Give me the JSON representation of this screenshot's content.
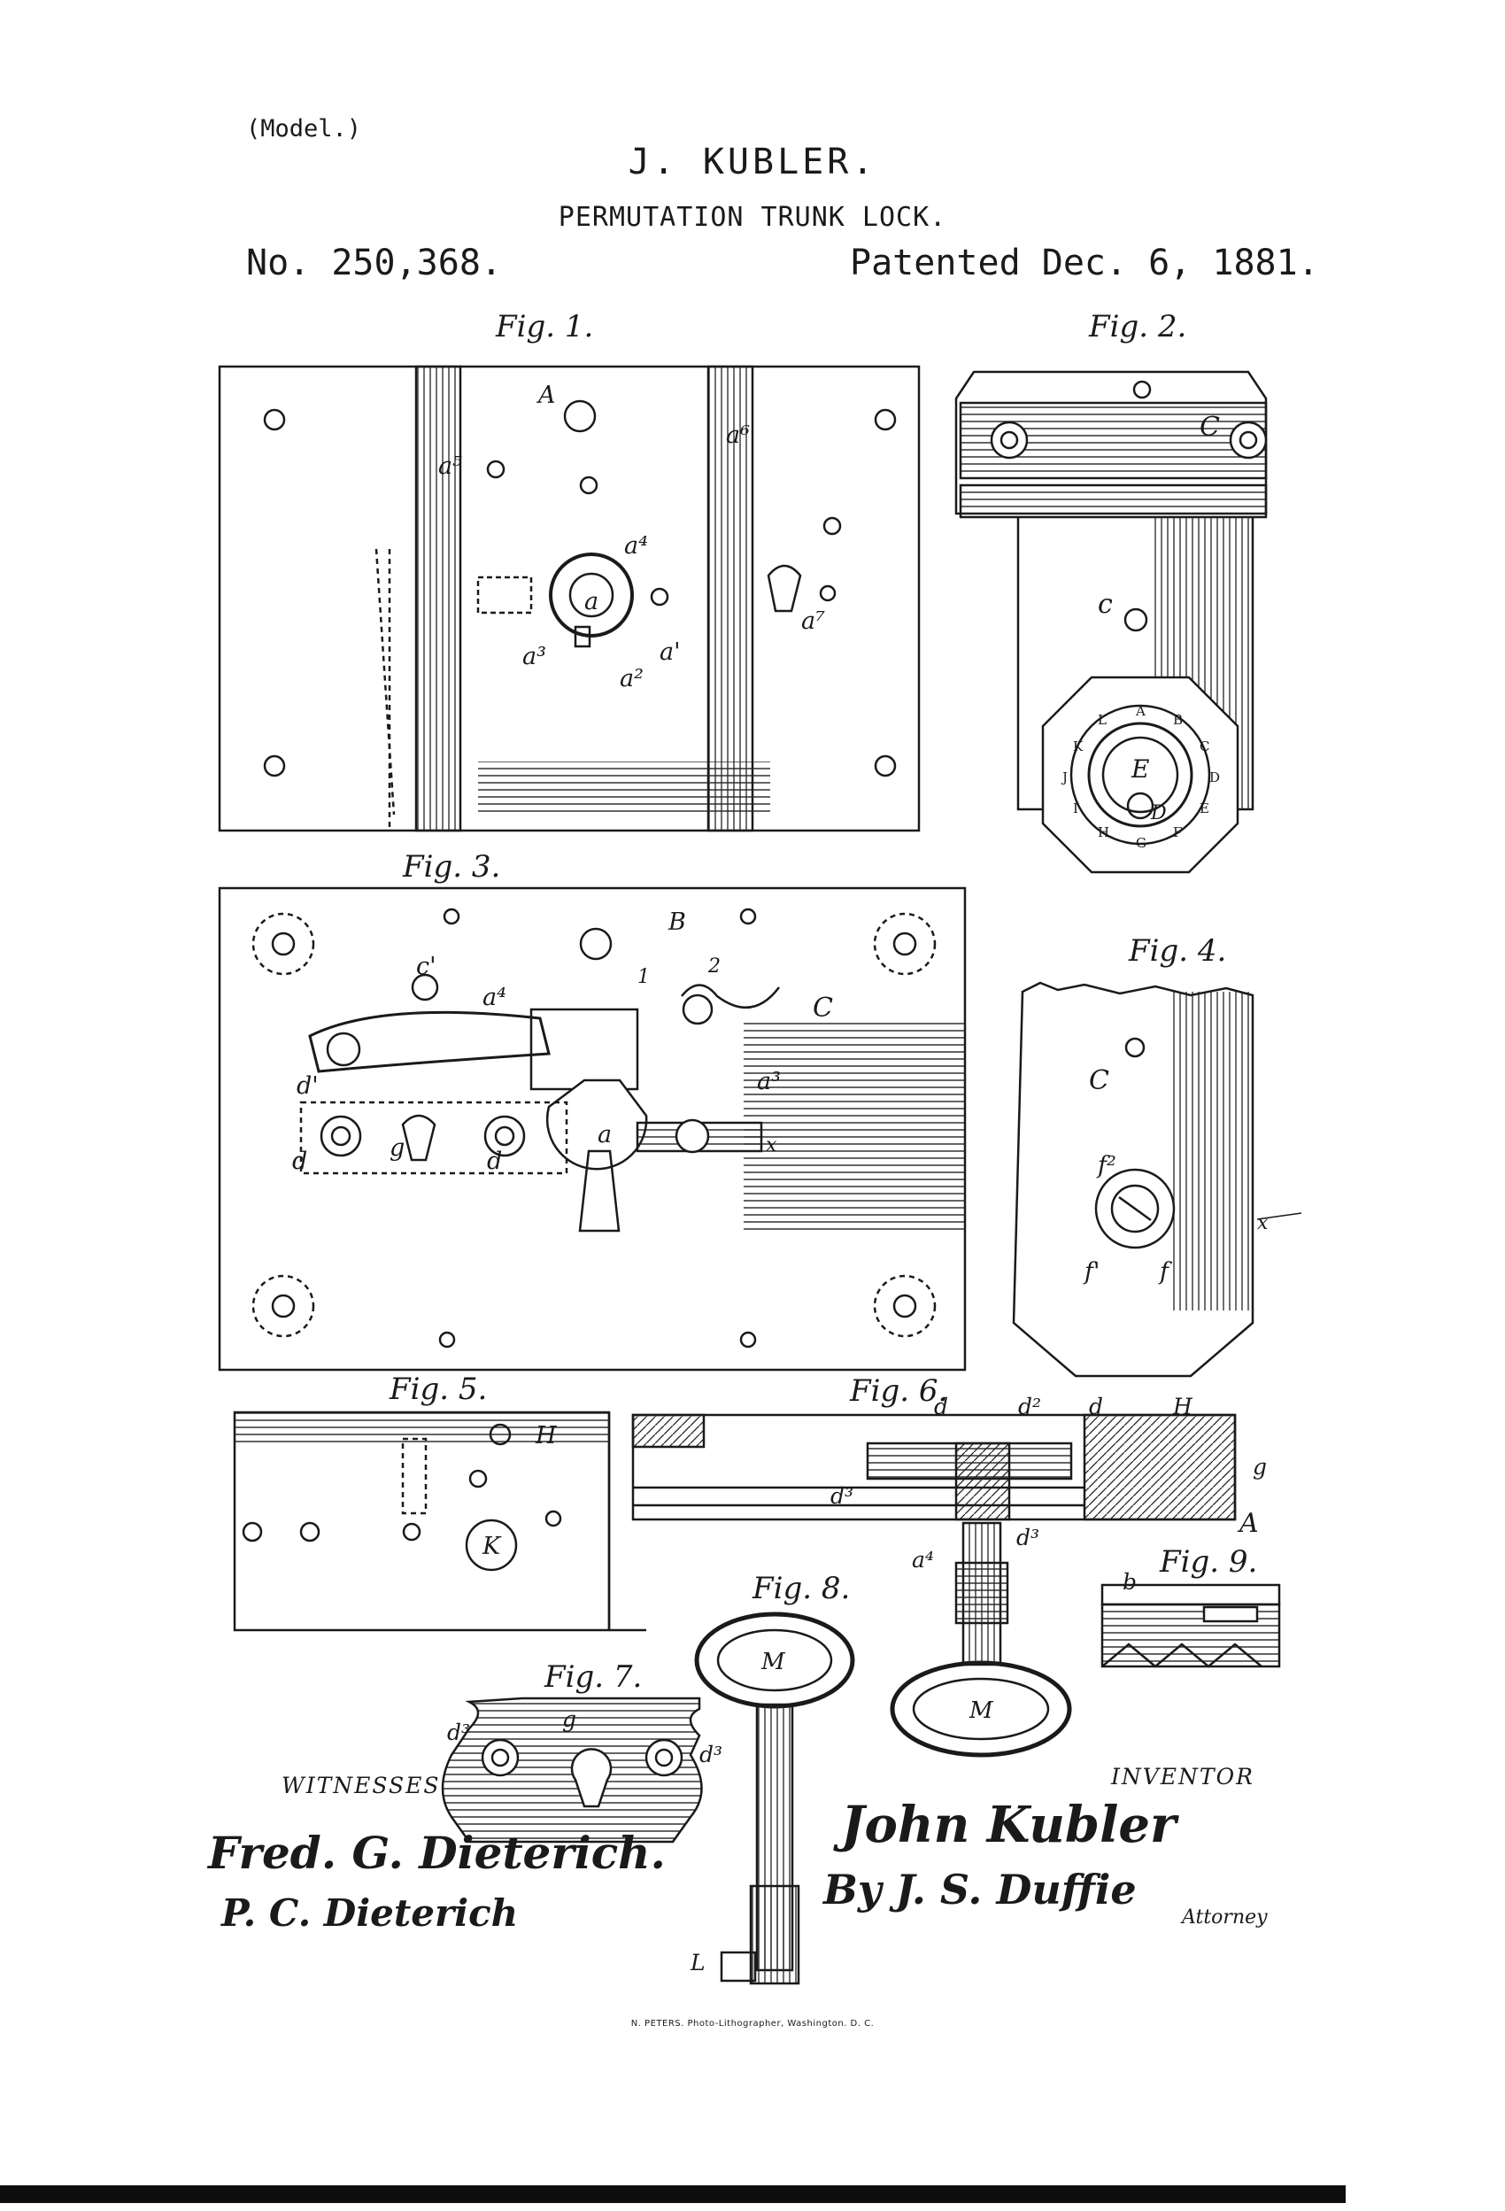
{
  "header": {
    "model": "(Model.)",
    "inventor": "J. KUBLER.",
    "title": "PERMUTATION TRUNK LOCK.",
    "patent_no": "No. 250,368.",
    "patented": "Patented Dec. 6, 1881."
  },
  "figures": {
    "fig1": "Fig. 1.",
    "fig2": "Fig. 2.",
    "fig3": "Fig. 3.",
    "fig4": "Fig. 4.",
    "fig5": "Fig. 5.",
    "fig6": "Fig. 6.",
    "fig7": "Fig. 7.",
    "fig8": "Fig. 8.",
    "fig9": "Fig. 9."
  },
  "labels": {
    "A": "A",
    "a": "a",
    "a1": "a'",
    "a2": "a²",
    "a3": "a³",
    "a4": "a⁴",
    "a5": "a⁵",
    "a6": "a⁶",
    "a7": "a⁷",
    "B": "B",
    "C": "C",
    "c": "c",
    "c1": "c'",
    "D": "D",
    "E": "E",
    "d": "d",
    "d1": "d'",
    "d2": "d²",
    "d3": "d³",
    "f": "f",
    "f1": "f'",
    "f2": "f²",
    "g": "g",
    "H": "H",
    "K": "K",
    "L": "L",
    "M": "M",
    "b": "b",
    "n1": "1",
    "n2": "2",
    "x": "x"
  },
  "dial_letters": [
    "A",
    "B",
    "C",
    "D",
    "E",
    "F",
    "G",
    "H",
    "I",
    "J",
    "K",
    "L"
  ],
  "witnesses_label": "WITNESSES",
  "inventor_label": "INVENTOR",
  "attorney_label": "Attorney",
  "signatures": {
    "witness1": "Fred. G. Dieterich.",
    "witness2": "P. C. Dieterich",
    "inventor": "John Kubler",
    "attorney": "By J. S. Duffie"
  },
  "footer": "N. PETERS. Photo-Lithographer, Washington. D. C."
}
